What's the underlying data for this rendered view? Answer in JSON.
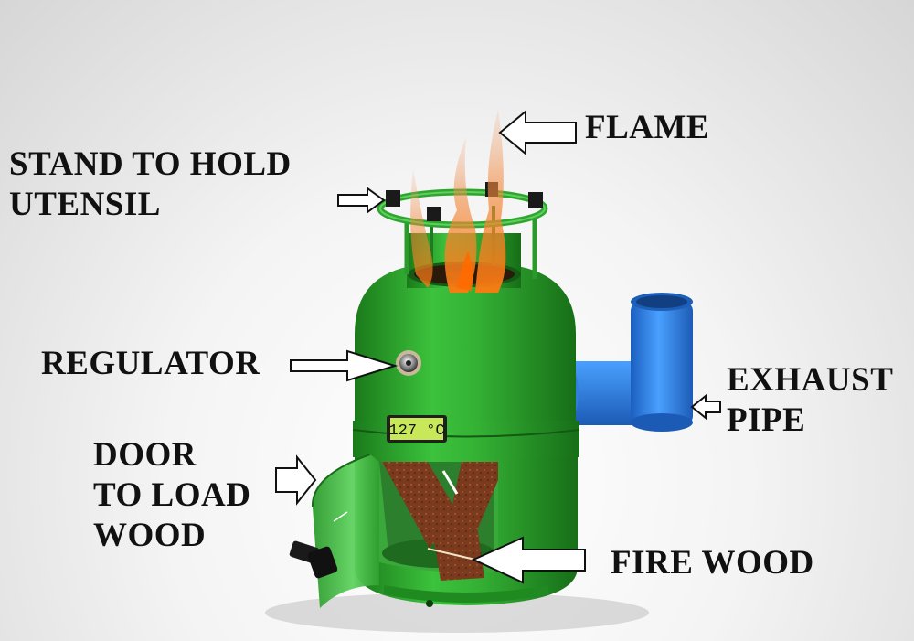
{
  "labels": {
    "flame": "FLAME",
    "stand_line1": "STAND TO HOLD",
    "stand_line2": "UTENSIL",
    "regulator": "REGULATOR",
    "exhaust_line1": "EXHAUST",
    "exhaust_line2": "PIPE",
    "door_line1": "DOOR",
    "door_line2": "TO LOAD",
    "door_line3": "WOOD",
    "firewood": "FIRE WOOD"
  },
  "display": {
    "temperature": "127 °C"
  },
  "colors": {
    "stove_body": "#2fa52f",
    "stove_dark": "#166b16",
    "exhaust_pipe": "#2f7fe0",
    "flame": "#f07a2a",
    "wood": "#7a3a1e",
    "display_screen": "#c8e85a"
  }
}
